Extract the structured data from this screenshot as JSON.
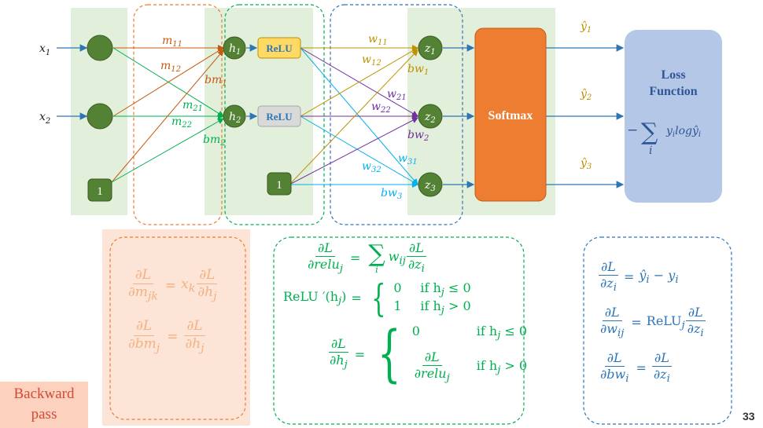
{
  "inputs": {
    "x1": "x",
    "x1_sub": "1",
    "x2": "x",
    "x2_sub": "2",
    "bias": "1"
  },
  "hidden": {
    "h1": "h",
    "h1_sub": "1",
    "h2": "h",
    "h2_sub": "2",
    "bias": "1"
  },
  "relu": {
    "label1": "ReLU",
    "label2": "ReLU"
  },
  "outputs": {
    "z1": "z",
    "z1_sub": "1",
    "z2": "z",
    "z2_sub": "2",
    "z3": "z",
    "z3_sub": "3"
  },
  "softmax": {
    "label": "Softmax"
  },
  "loss": {
    "title_line1": "Loss",
    "title_line2": "Function",
    "formula_minus": "−",
    "formula_sum_idx": "i",
    "formula_body": "y",
    "formula_body_sub": "i",
    "formula_log": "log",
    "formula_yhat": "ŷ",
    "formula_yhat_sub": "i"
  },
  "yhat": {
    "y1": "ŷ",
    "y1_sub": "1",
    "y2": "ŷ",
    "y2_sub": "2",
    "y3": "ŷ",
    "y3_sub": "3"
  },
  "weights_m": {
    "m11": "m",
    "m11_sub": "11",
    "m12": "m",
    "m12_sub": "12",
    "m21": "m",
    "m21_sub": "21",
    "m22": "m",
    "m22_sub": "22",
    "bm1": "bm",
    "bm1_sub": "1",
    "bm2": "bm",
    "bm2_sub": "2"
  },
  "weights_w": {
    "w11": "w",
    "w11_sub": "11",
    "w12": "w",
    "w12_sub": "12",
    "w21": "w",
    "w21_sub": "21",
    "w22": "w",
    "w22_sub": "22",
    "w31": "w",
    "w31_sub": "31",
    "w32": "w",
    "w32_sub": "32",
    "bw1": "bw",
    "bw1_sub": "1",
    "bw2": "bw",
    "bw2_sub": "2",
    "bw3": "bw",
    "bw3_sub": "3"
  },
  "eq_left": {
    "e1_num": "∂L",
    "e1_den": "∂m",
    "e1_den_sub": "jk",
    "e1_mid": "x",
    "e1_mid_sub": "k",
    "e1_rnum": "∂L",
    "e1_rden": "∂h",
    "e1_rden_sub": "j",
    "e2_num": "∂L",
    "e2_den": "∂bm",
    "e2_den_sub": "j",
    "e2_rnum": "∂L",
    "e2_rden": "∂h",
    "e2_rden_sub": "j"
  },
  "eq_mid": {
    "e1_num": "∂L",
    "e1_den": "∂relu",
    "e1_den_sub": "j",
    "e1_sum_idx": "i",
    "e1_w": "w",
    "e1_w_sub": "ij",
    "e1_rnum": "∂L",
    "e1_rden": "∂z",
    "e1_rden_sub": "i",
    "e2_lhs": "ReLU ′(h",
    "e2_lhs_sub": "j",
    "e2_lhs_end": ")",
    "e2_c1_val": "0",
    "e2_c1_cond": "if  h",
    "e2_c1_sub": "j",
    "e2_c1_rel": " ≤ 0",
    "e2_c2_val": "1",
    "e2_c2_cond": "if  h",
    "e2_c2_sub": "j",
    "e2_c2_rel": " > 0",
    "e3_num": "∂L",
    "e3_den": "∂h",
    "e3_den_sub": "j",
    "e3_c1_val": "0",
    "e3_c1_cond": "if  h",
    "e3_c1_sub": "j",
    "e3_c1_rel": " ≤ 0",
    "e3_c2_num": "∂L",
    "e3_c2_den": "∂relu",
    "e3_c2_den_sub": "j",
    "e3_c2_cond": "if  h",
    "e3_c2_sub": "j",
    "e3_c2_rel": " > 0"
  },
  "eq_right": {
    "e1_num": "∂L",
    "e1_den": "∂z",
    "e1_den_sub": "i",
    "e1_rhs": "ŷ",
    "e1_rhs_sub": "i",
    "e1_rhs2": " − y",
    "e1_rhs2_sub": "i",
    "e2_num": "∂L",
    "e2_den": "∂w",
    "e2_den_sub": "ij",
    "e2_mid": "ReLU",
    "e2_mid_sub": "j",
    "e2_rnum": "∂L",
    "e2_rden": "∂z",
    "e2_rden_sub": "i",
    "e3_num": "∂L",
    "e3_den": "∂bw",
    "e3_den_sub": "i",
    "e3_rnum": "∂L",
    "e3_rden": "∂z",
    "e3_rden_sub": "i"
  },
  "backward": {
    "line1": "Backward",
    "line2": "pass"
  },
  "page": {
    "number": "33"
  },
  "colors": {
    "node_green": "#548235",
    "panel_green": "#e2efda",
    "orange": "#ed7d31",
    "loss_blue": "#b4c7e7",
    "loss_text": "#2f5597",
    "m_color": "#c55a11",
    "relu_yellow": "#ffd966",
    "relu_gray": "#d9d9d9",
    "w_gold": "#bf9000",
    "w_purple": "#7030a0",
    "w_cyan": "#00b0f0",
    "green_text": "#00b050",
    "eq_orange": "#f4b183",
    "eq_blue": "#2e75b6"
  }
}
